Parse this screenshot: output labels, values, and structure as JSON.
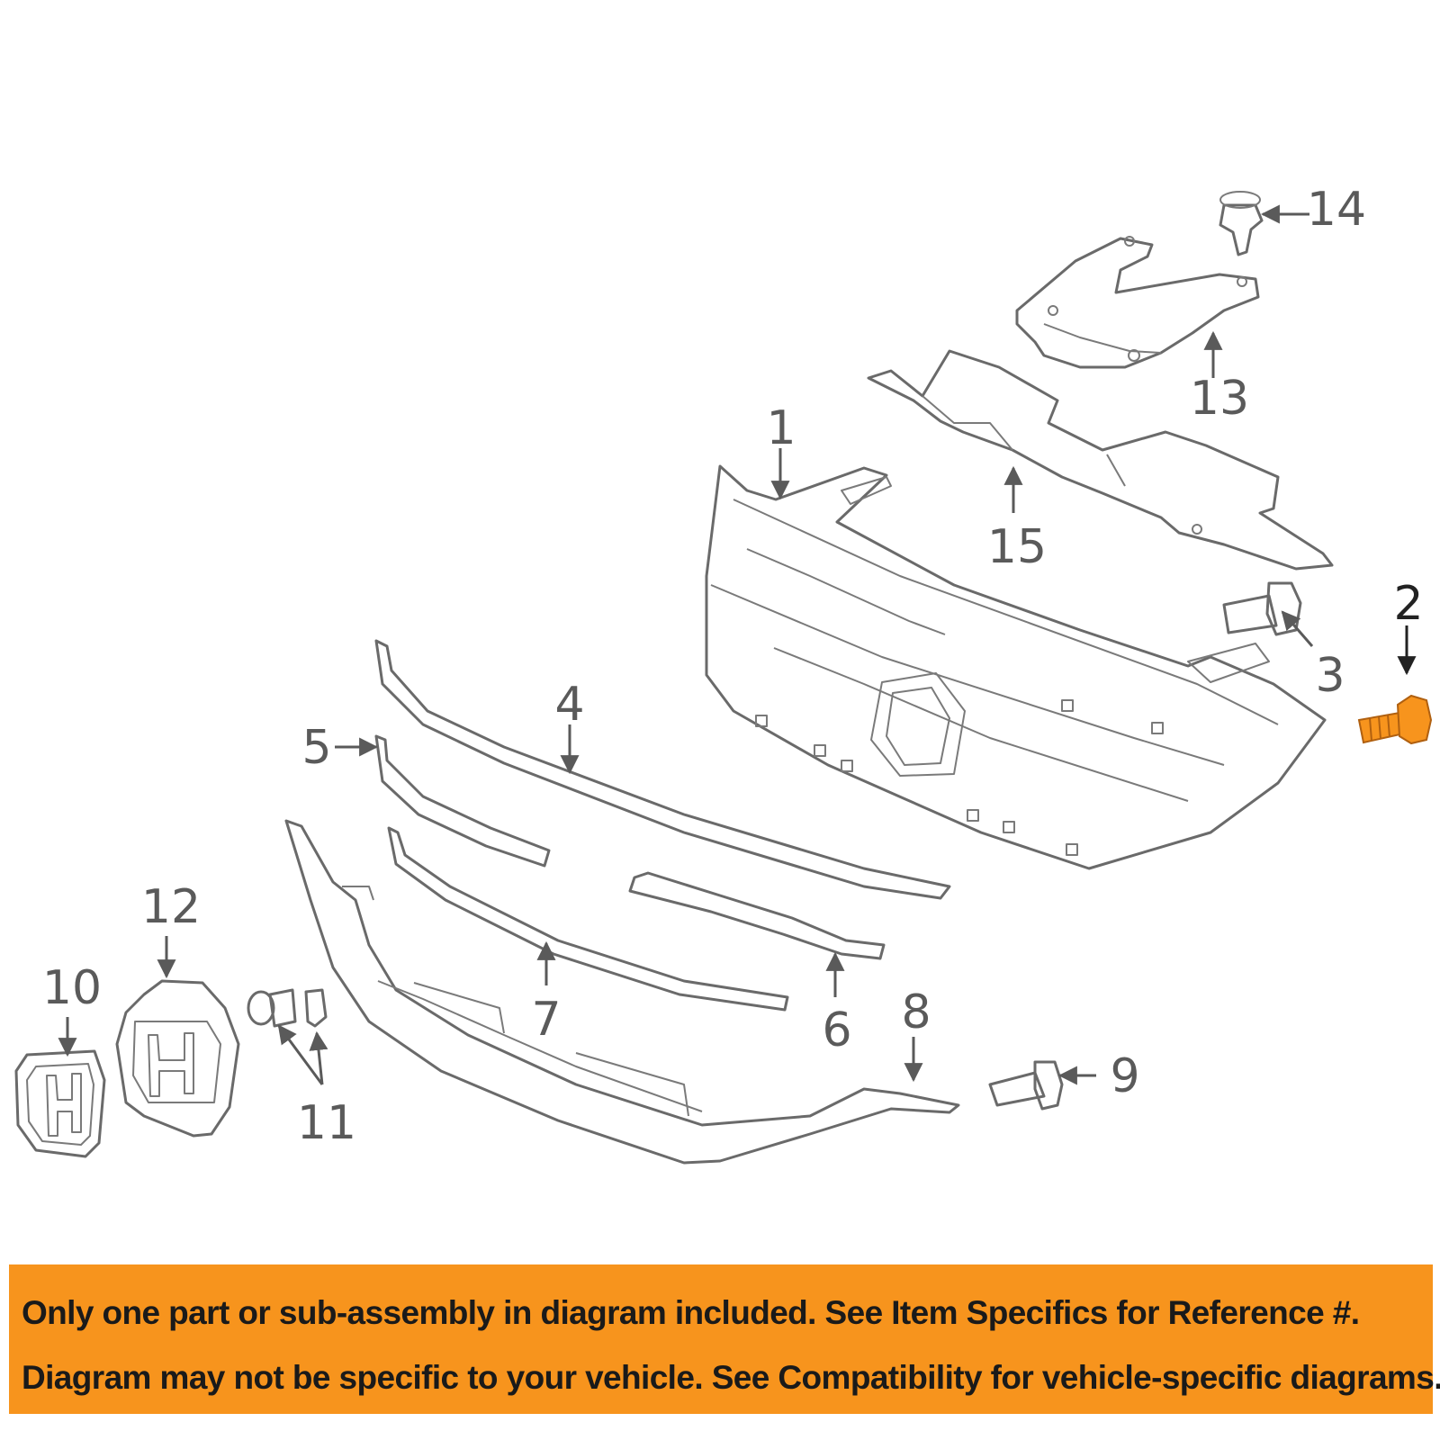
{
  "diagram": {
    "callouts": [
      {
        "id": "1",
        "label": "1"
      },
      {
        "id": "2",
        "label": "2"
      },
      {
        "id": "3",
        "label": "3"
      },
      {
        "id": "4",
        "label": "4"
      },
      {
        "id": "5",
        "label": "5"
      },
      {
        "id": "6",
        "label": "6"
      },
      {
        "id": "7",
        "label": "7"
      },
      {
        "id": "8",
        "label": "8"
      },
      {
        "id": "9",
        "label": "9"
      },
      {
        "id": "10",
        "label": "10"
      },
      {
        "id": "11",
        "label": "11"
      },
      {
        "id": "12",
        "label": "12"
      },
      {
        "id": "13",
        "label": "13"
      },
      {
        "id": "14",
        "label": "14"
      },
      {
        "id": "15",
        "label": "15"
      }
    ],
    "highlighted_part": "2",
    "highlight_color": "#f7941d",
    "line_color": "#6a6a6a"
  },
  "banner": {
    "line1": "Only one part or sub-assembly in diagram included. See Item Specifics for Reference #.",
    "line2": "Diagram may not be specific to your vehicle. See Compatibility for vehicle-specific diagrams.",
    "background": "#f7941d"
  }
}
